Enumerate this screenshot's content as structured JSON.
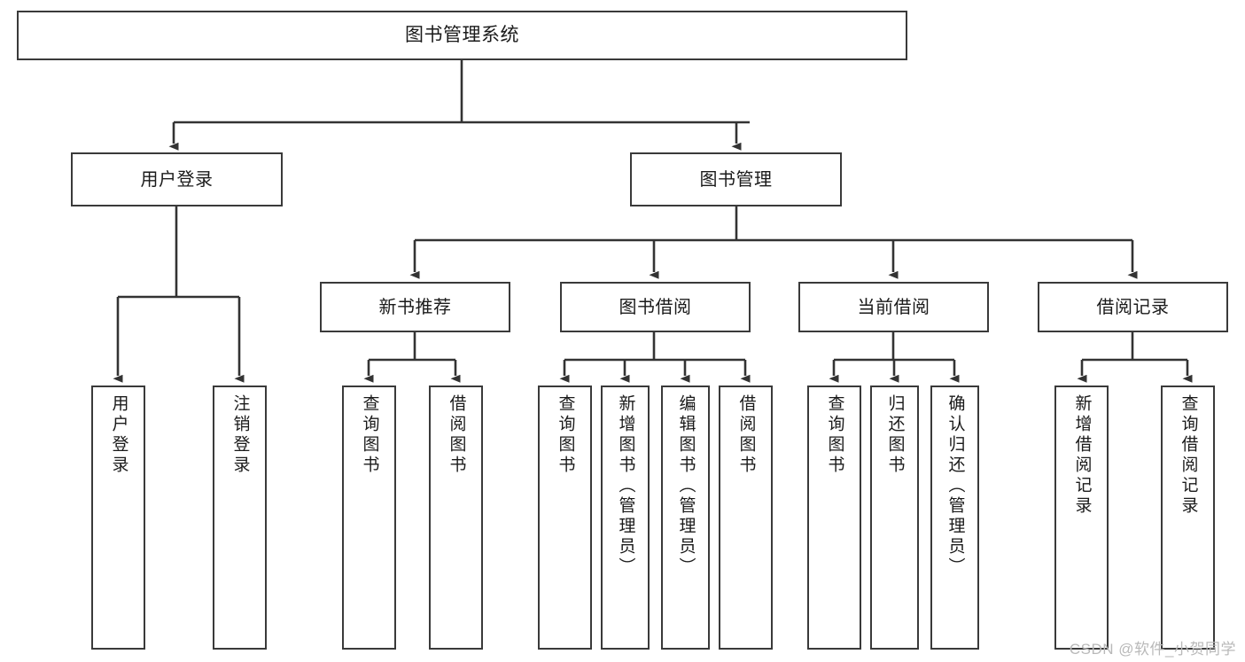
{
  "diagram": {
    "title": "图书管理系统",
    "type": "tree-hierarchy-chart",
    "stroke_color": "#3a3a3a",
    "fill_color": "#ffffff",
    "text_color": "#1a1a1a"
  },
  "watermark": {
    "text": "CSDN @软件_小贺同学",
    "color": "#b9b9b9"
  },
  "nodes": {
    "root": {
      "label": "图书管理系统"
    },
    "level1": [
      {
        "label": "用户登录"
      },
      {
        "label": "图书管理"
      }
    ],
    "level2": [
      {
        "label": "新书推荐"
      },
      {
        "label": "图书借阅"
      },
      {
        "label": "当前借阅"
      },
      {
        "label": "借阅记录"
      }
    ],
    "leaves": {
      "user_login": [
        {
          "label": "用户登录"
        },
        {
          "label": "注销登录"
        }
      ],
      "new_book": [
        {
          "label": "查询图书"
        },
        {
          "label": "借阅图书"
        }
      ],
      "book_borrow": [
        {
          "label": "查询图书"
        },
        {
          "label": "新增图书（管理员）"
        },
        {
          "label": "编辑图书（管理员）"
        },
        {
          "label": "借阅图书"
        }
      ],
      "current_borrow": [
        {
          "label": "查询图书"
        },
        {
          "label": "归还图书"
        },
        {
          "label": "确认归还（管理员）"
        }
      ],
      "borrow_record": [
        {
          "label": "新增借阅记录"
        },
        {
          "label": "查询借阅记录"
        }
      ]
    }
  }
}
